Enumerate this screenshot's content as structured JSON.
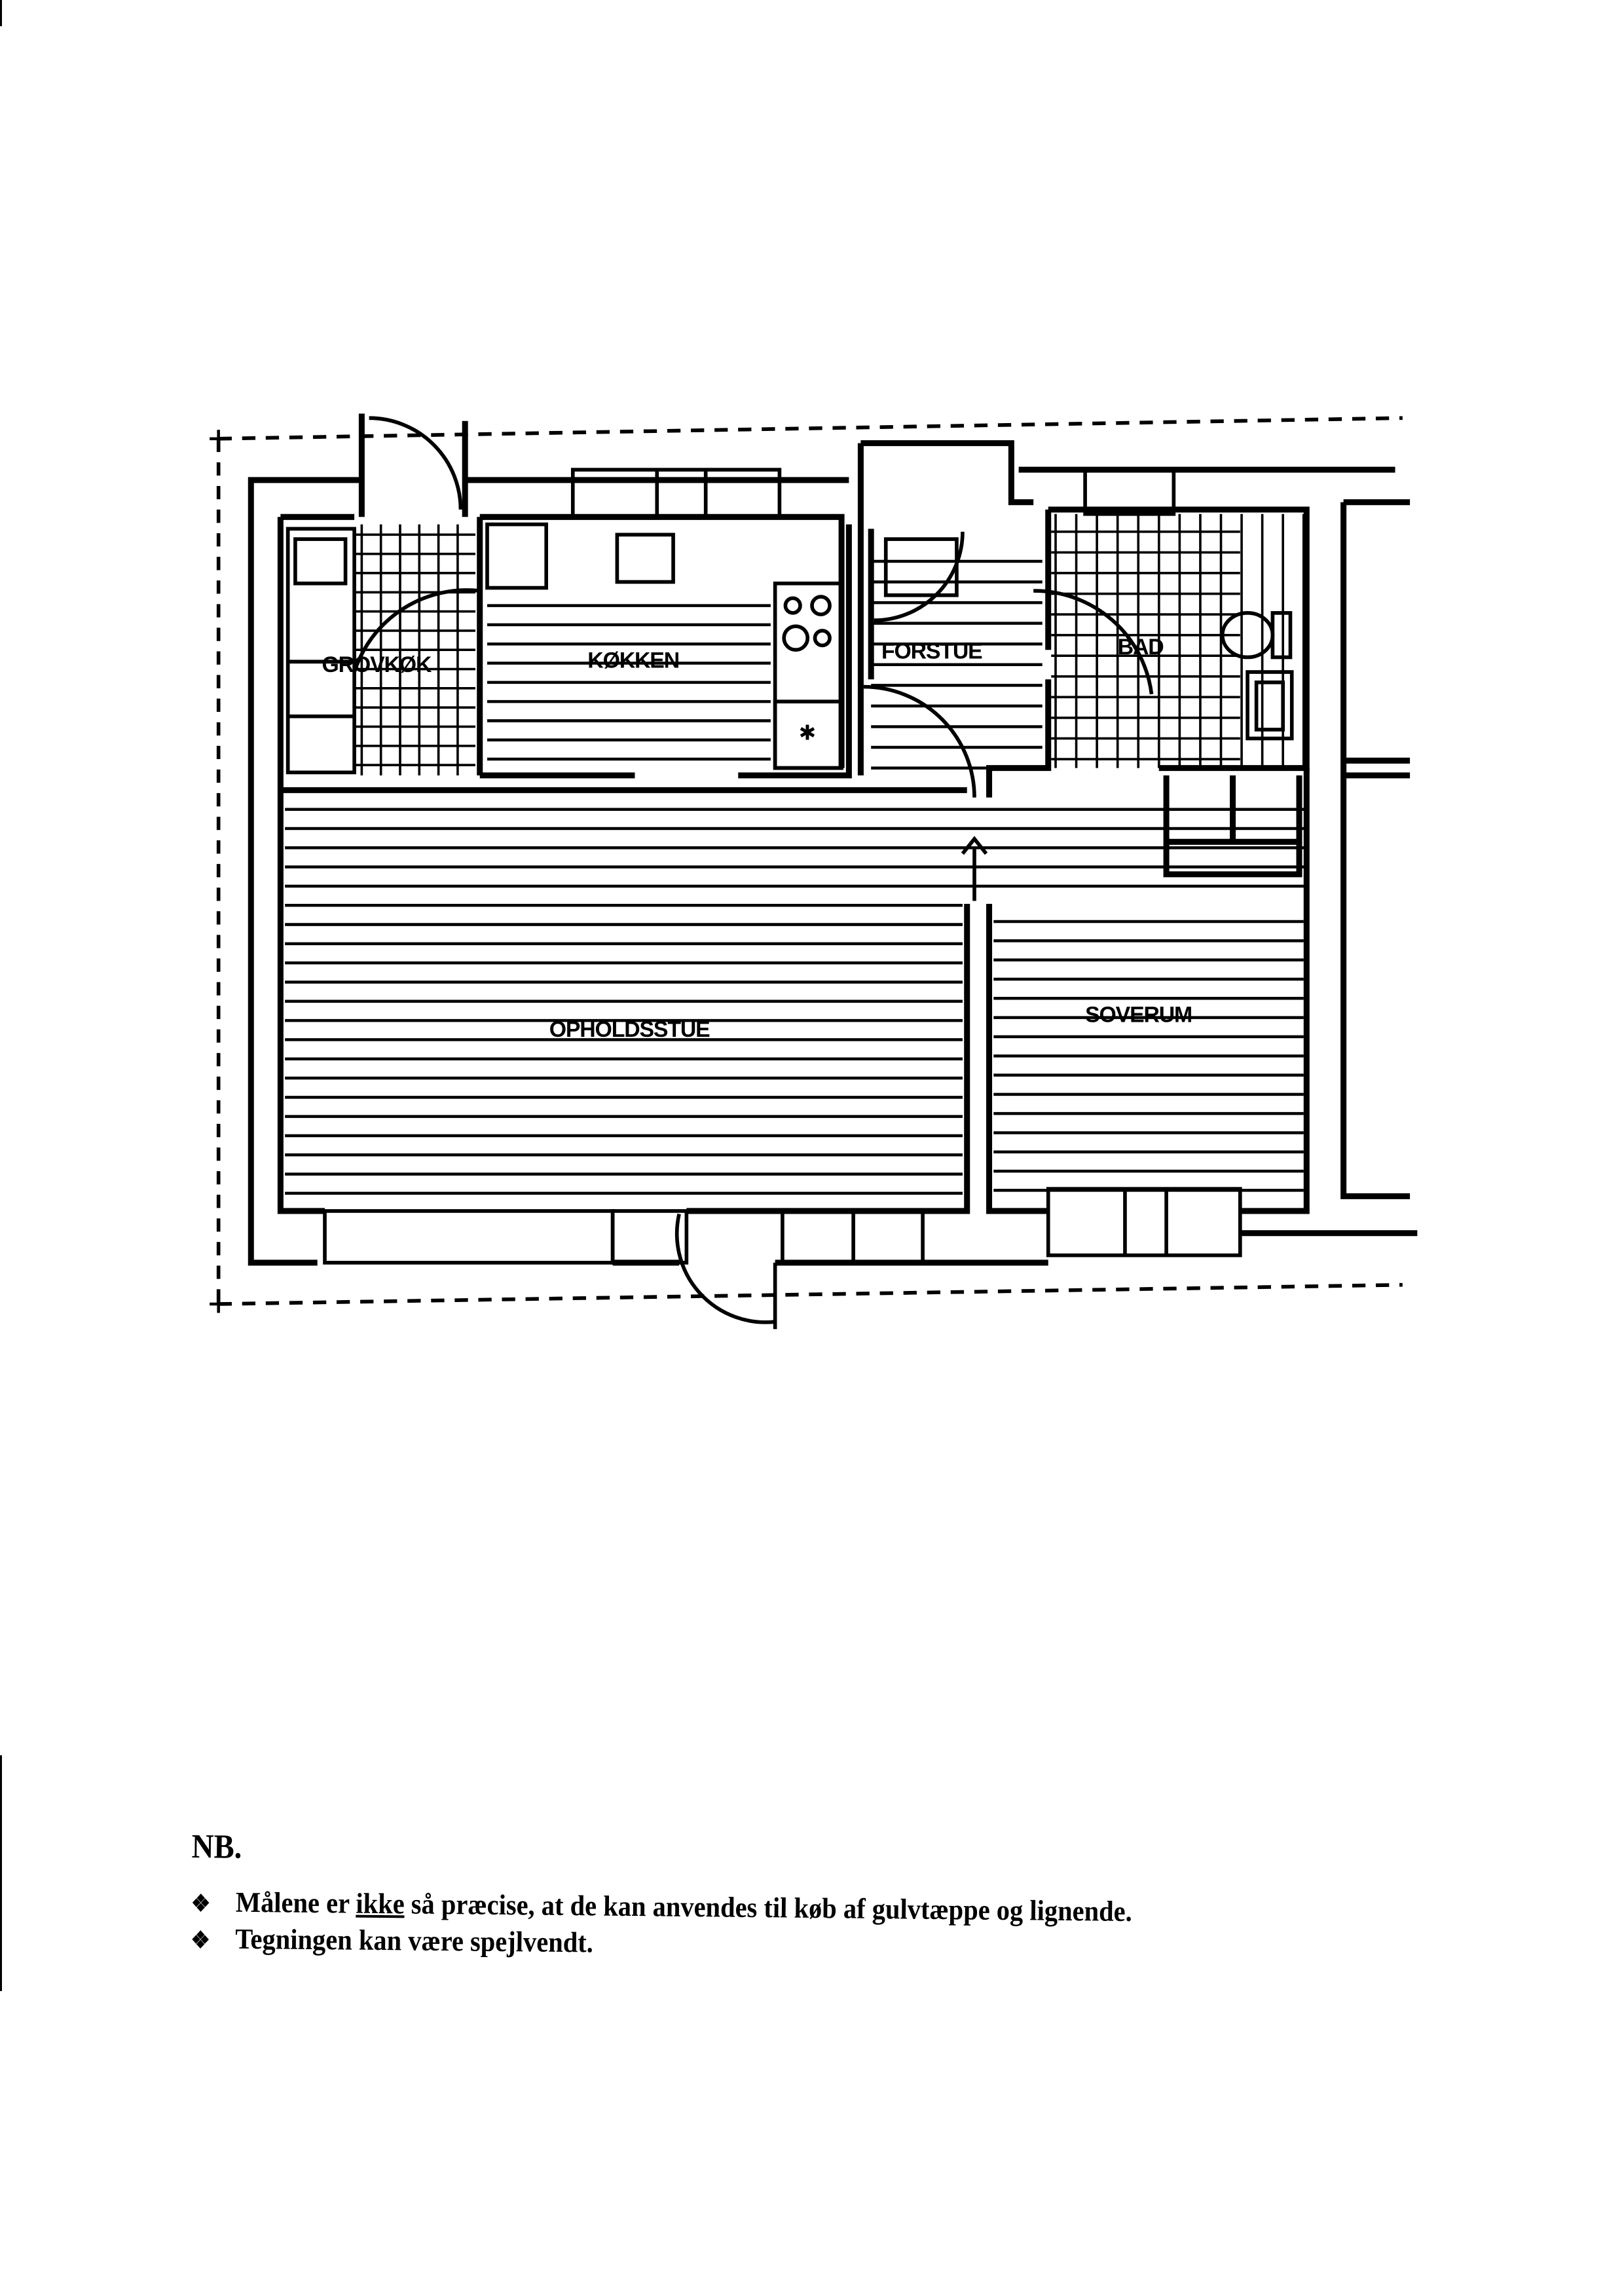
{
  "floorplan": {
    "rooms": {
      "grovkoekken": "GROVKØK",
      "koekken": "KØKKEN",
      "forstue": "FORSTUE",
      "bad": "BAD",
      "opholdsstue": "OPHOLDSSTUE",
      "soverum": "SOVERUM"
    }
  },
  "notes": {
    "heading": "NB.",
    "bullet_icon": "diamond-cluster-icon",
    "items": [
      {
        "before": "Målene er ",
        "underlined": "ikke",
        "after": " så præcise, at de kan anvendes til køb af gulvtæppe og lignende."
      },
      {
        "text": "Tegningen kan være spejlvendt."
      }
    ]
  }
}
